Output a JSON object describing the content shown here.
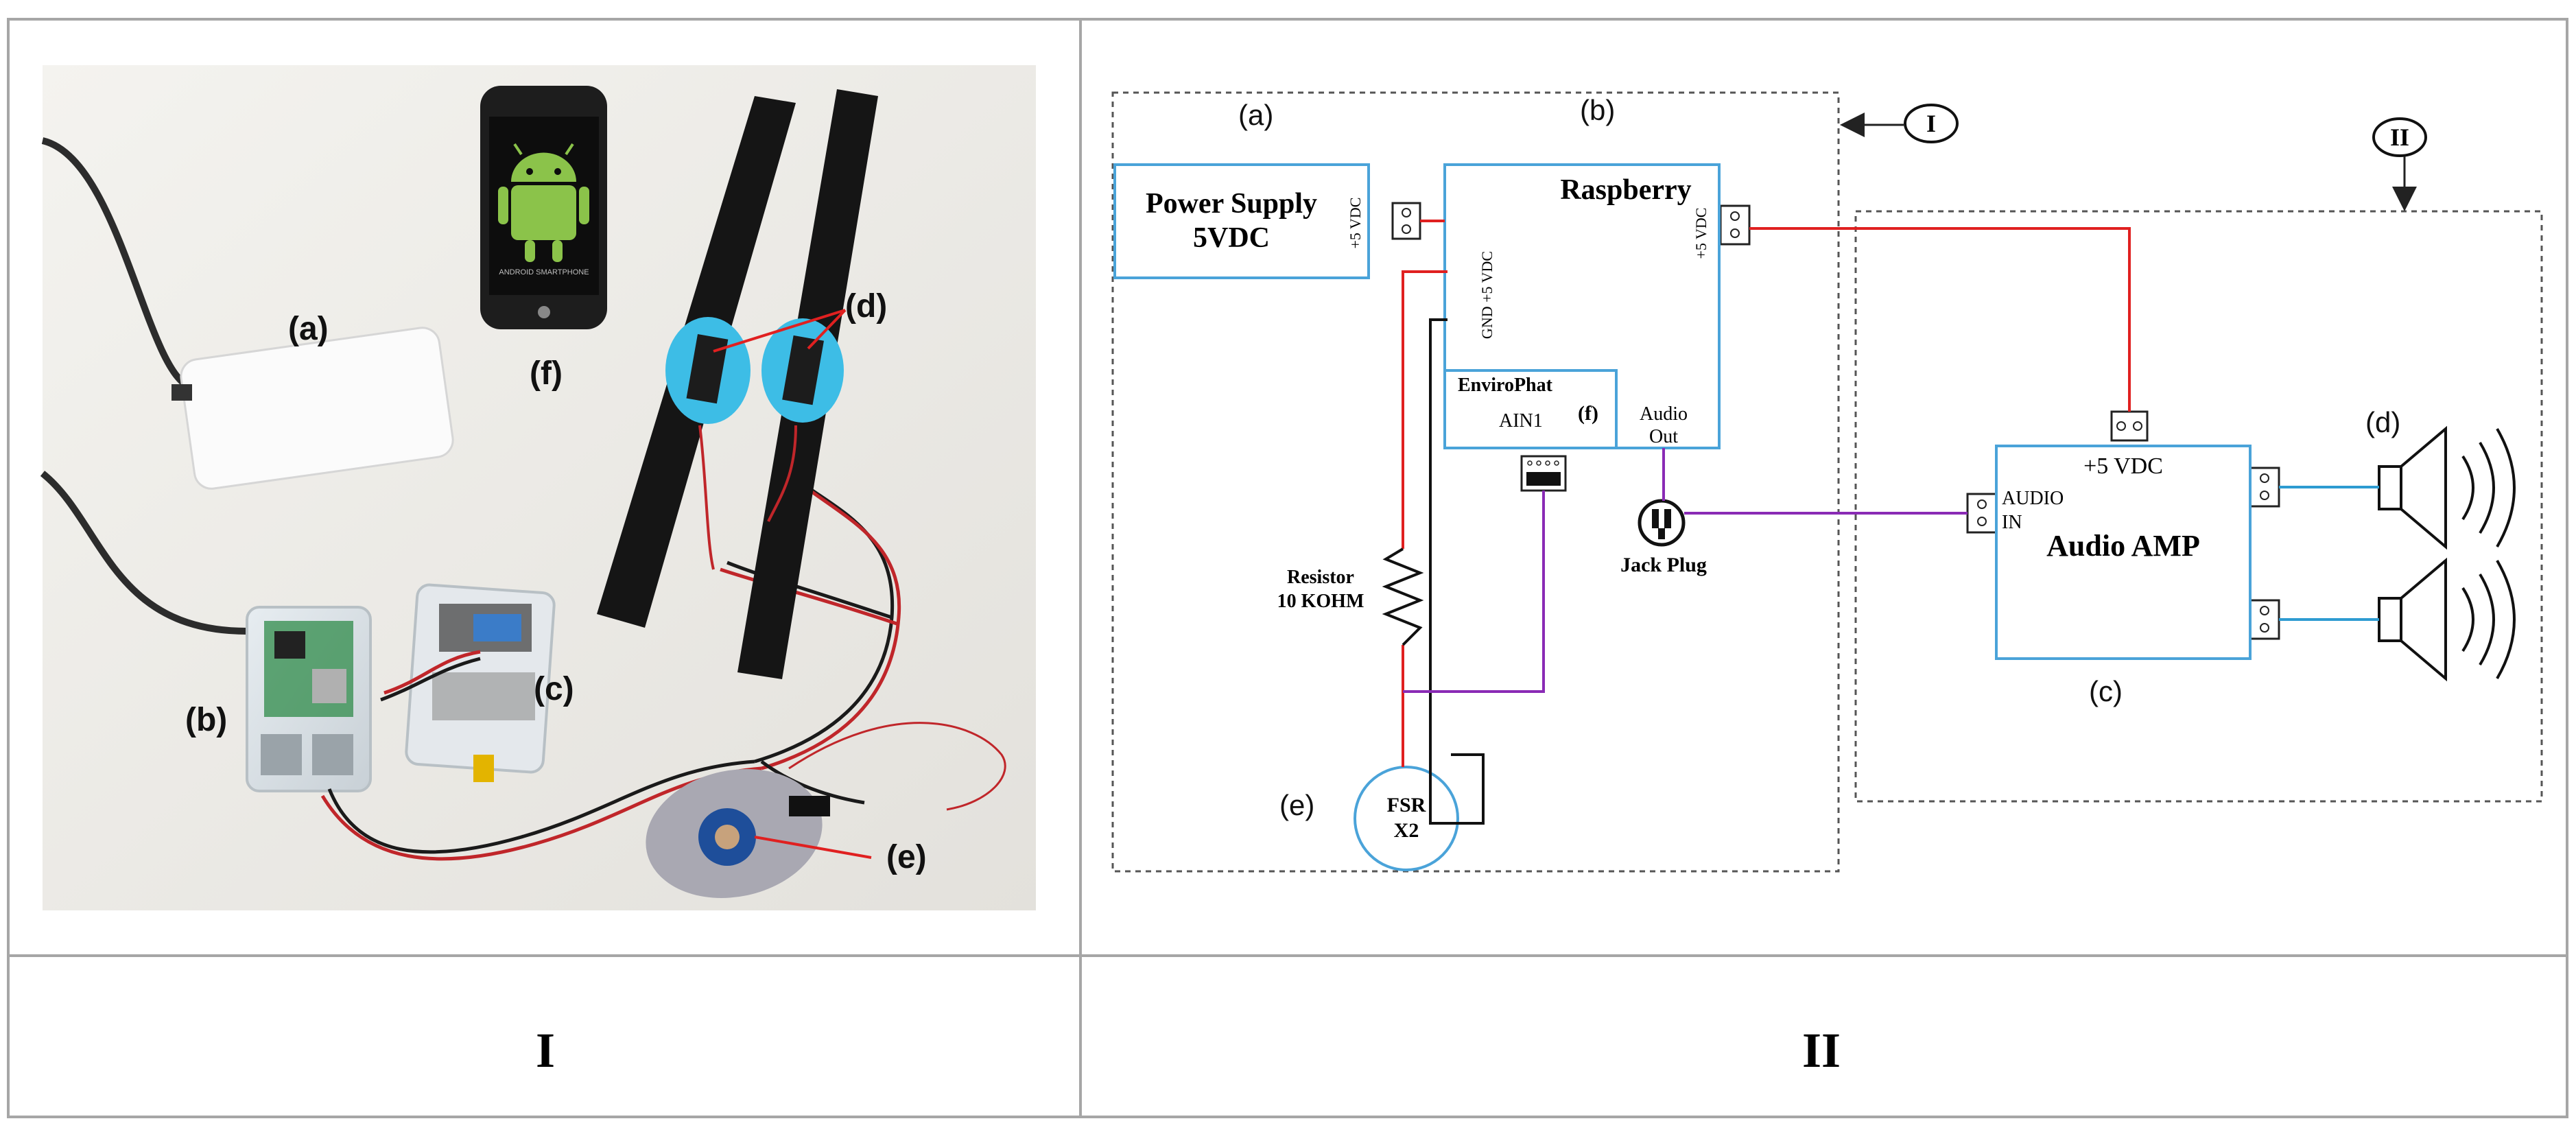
{
  "table": {
    "caption_left": "I",
    "caption_right": "II"
  },
  "photo": {
    "labels": {
      "a": "(a)",
      "b": "(b)",
      "c": "(c)",
      "d": "(d)",
      "e": "(e)",
      "f": "(f)"
    },
    "phone_screen_text": "ANDROID SMARTPHONE"
  },
  "schematic": {
    "labels": {
      "a": "(a)",
      "b": "(b)",
      "c": "(c)",
      "d": "(d)",
      "e": "(e)"
    },
    "region_markers": {
      "one": "I",
      "two": "II"
    },
    "power_supply": {
      "line1": "Power Supply",
      "line2": "5VDC",
      "pin": "+5 VDC"
    },
    "raspberry": {
      "title": "Raspberry",
      "pin_5v_right": "+5 VDC",
      "pin_gnd_5v": "GND +5 VDC",
      "enviro": "EnviroPhat",
      "enviro_tag": "(f)",
      "ain": "AIN1",
      "audio_out_1": "Audio",
      "audio_out_2": "Out"
    },
    "jack": "Jack Plug",
    "resistor": {
      "line1": "Resistor",
      "line2": "10 KOHM"
    },
    "fsr": {
      "line1": "FSR",
      "line2": "X2"
    },
    "amp": {
      "title": "Audio AMP",
      "vdc": "+5 VDC",
      "in1": "AUDIO",
      "in2": "IN"
    }
  },
  "colors": {
    "border": "#a6a6a6",
    "box": "#4aa3d9",
    "power_wire": "#e02020",
    "signal_wire": "#8a2bb5",
    "speaker_wire": "#2e9bd1",
    "label_red": "#e02020"
  }
}
